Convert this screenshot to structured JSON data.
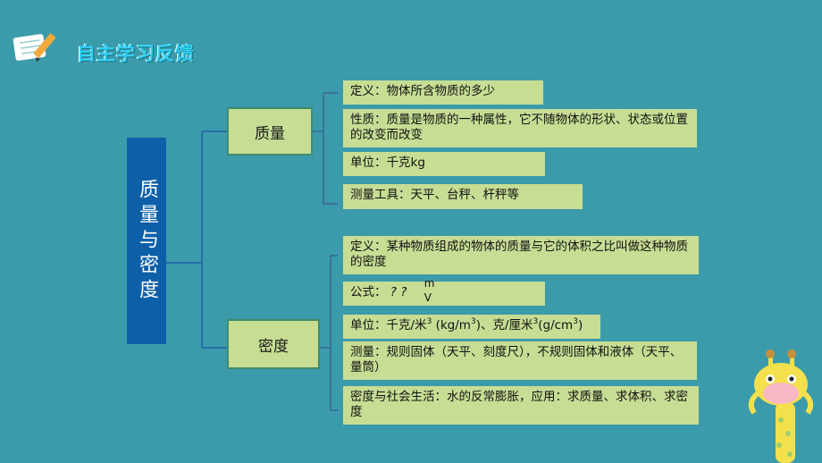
{
  "header": {
    "title": "自主学习反馈",
    "icon": "pencil-notebook-icon"
  },
  "root": {
    "label": "质量与密度"
  },
  "mass": {
    "label": "质量",
    "items": [
      "定义：物体所含物质的多少",
      "性质：质量是物质的一种属性，它不随物体的形状、状态或位置的改变而改变",
      "单位：千克kg",
      "测量工具：天平、台秤、杆秤等"
    ]
  },
  "density": {
    "label": "密度",
    "items": [
      "定义：某种物质组成的物体的质量与它的体积之比叫做这种物质的密度",
      "公式：",
      "单位：千克/米3 (kg/m3)、克/厘米3(g/cm3)",
      "测量：规则固体（天平、刻度尺），不规则固体和液体（天平、量筒）",
      "密度与社会生活：水的反常膨胀，应用：求质量、求体积、求密度"
    ],
    "formula": {
      "lhs": "? ?",
      "numerator": "m",
      "denominator": "V"
    },
    "unit": {
      "prefix": "单位：千克/米",
      "exp1": "3",
      "mid1": " (kg/m",
      "exp2": "3",
      "mid2": ")、克/厘米",
      "exp3": "3",
      "mid3": "(g/cm",
      "exp4": "3",
      "suffix": ")"
    }
  },
  "colors": {
    "background": "#3b9bab",
    "root": "#0d5fa8",
    "node": "#c7dd94",
    "line": "#1f5fa8"
  }
}
